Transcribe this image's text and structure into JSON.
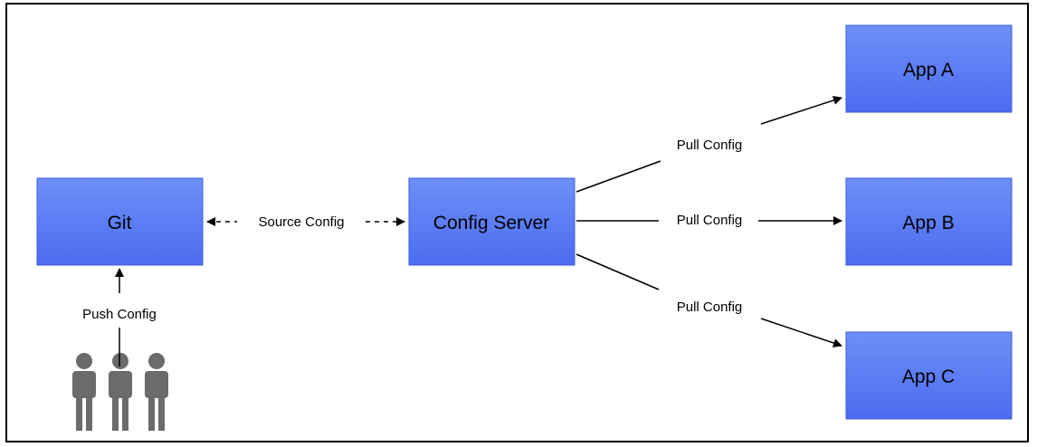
{
  "nodes": {
    "git": "Git",
    "config_server": "Config Server",
    "app_a": "App A",
    "app_b": "App B",
    "app_c": "App C"
  },
  "edges": {
    "source_config": "Source Config",
    "push_config": "Push Config",
    "pull_config_a": "Pull Config",
    "pull_config_b": "Pull Config",
    "pull_config_c": "Pull Config"
  },
  "colors": {
    "box_top": "#6e8ff7",
    "box_bottom": "#4b6cf0",
    "box_border": "#3c5ed8",
    "person": "#6b6b6b",
    "line": "#000000"
  },
  "icons": {
    "users": "three-people-icon"
  }
}
